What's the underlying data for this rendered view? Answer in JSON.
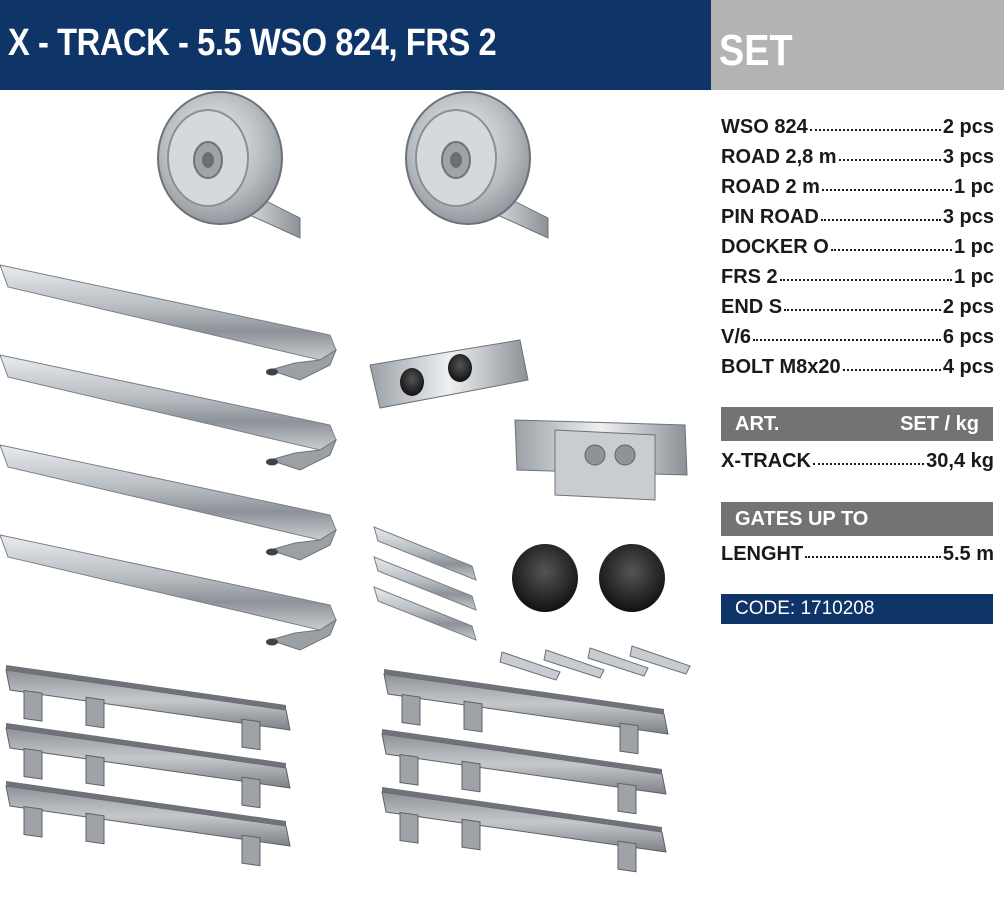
{
  "header": {
    "title": "X - TRACK - 5.5 WSO 824, FRS 2",
    "set_label": "SET"
  },
  "parts": [
    {
      "name": "WSO 824",
      "qty": "2 pcs"
    },
    {
      "name": "ROAD 2,8 m",
      "qty": "3 pcs"
    },
    {
      "name": "ROAD 2 m",
      "qty": "1 pc"
    },
    {
      "name": "PIN ROAD",
      "qty": "3 pcs"
    },
    {
      "name": "DOCKER O",
      "qty": "1 pc"
    },
    {
      "name": "FRS 2",
      "qty": "1 pc"
    },
    {
      "name": "END S",
      "qty": "2 pcs"
    },
    {
      "name": "V/6",
      "qty": "6 pcs"
    },
    {
      "name": "BOLT M8x20",
      "qty": "4 pcs"
    }
  ],
  "art_section": {
    "col1": "ART.",
    "col2": "SET / kg",
    "row_name": "X-TRACK",
    "row_value": "30,4 kg"
  },
  "gates_section": {
    "header": "GATES UP TO",
    "row_name": "LENGHT",
    "row_value": "5.5 m"
  },
  "code": "CODE: 1710208",
  "colors": {
    "navy": "#0e3468",
    "header_grey": "#b3b3b3",
    "bar_grey": "#737373"
  }
}
